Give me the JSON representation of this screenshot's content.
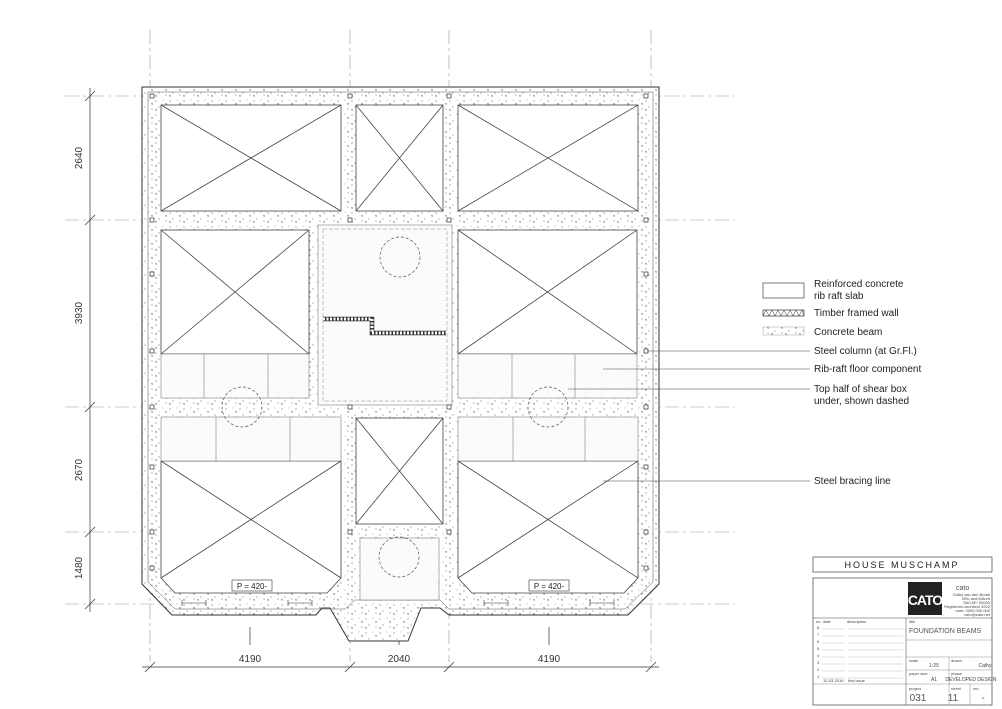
{
  "project_title": "HOUSE MUSCHAMP",
  "drawing_title": "FOUNDATION BEAMS",
  "dimensions": {
    "vertical": [
      "2640",
      "3930",
      "2670",
      "1480"
    ],
    "horizontal": [
      "4190",
      "2040",
      "4190"
    ]
  },
  "point_loads": [
    "P = 420-",
    "P = 420-"
  ],
  "legend": {
    "slab_line1": "Reinforced concrete",
    "slab_line2": "rib raft slab",
    "wall": "Timber framed wall",
    "beam": "Concrete beam",
    "column": "Steel column (at Gr.Fl.)",
    "rib": "Rib-raft floor component",
    "shear_line1": "Top half of shear box",
    "shear_line2": "under, shown dashed",
    "bracing": "Steel bracing line"
  },
  "logo": {
    "letters": "CATO",
    "name": "cato",
    "details": [
      "Cathy van den Broek",
      "BSc and MArch",
      "SACAP: 00000",
      "Registered Architect 3222",
      "mob: 0000 000 000",
      "cato@cato.net"
    ]
  },
  "title_block": {
    "headers": {
      "no": "no",
      "date": "date",
      "description": "description",
      "title": "title"
    },
    "revisions": [
      "1",
      "2",
      "3",
      "4",
      "5",
      "6",
      "7",
      "8"
    ],
    "issue_date": "12-03-2019",
    "issue_desc": "first issue",
    "scale_label": "scale",
    "scale_value": "1:25",
    "drawn_label": "drawn",
    "drawn_value": "Cathy",
    "paper_label": "paper size",
    "paper_value": "A1",
    "phase_label": "phase",
    "phase_value": "DEVELOPED DESIGN",
    "project_label": "project",
    "project_no": "031",
    "sheet_label": "sheet",
    "sheet_no": "11",
    "rev_label": "rev",
    "rev_value": "-"
  },
  "colors": {
    "line": "#333333",
    "grid": "#888888",
    "hatch": "#555555"
  }
}
